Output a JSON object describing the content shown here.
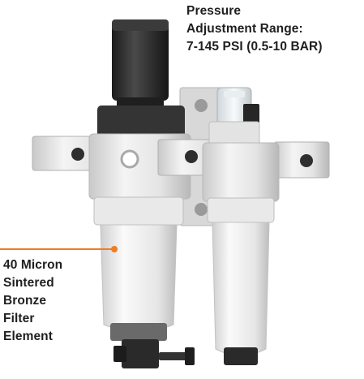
{
  "callouts": {
    "pressure": {
      "lines": [
        "Pressure",
        "Adjustment Range:",
        "7-145 PSI (0.5-10 BAR)"
      ]
    },
    "filter": {
      "lines": [
        "40 Micron",
        "Sintered",
        "Bronze",
        "Filter",
        "Element"
      ]
    }
  },
  "colors": {
    "accent": "#ef7d22",
    "text": "#1f1f1f",
    "body": "#e6e6e6",
    "knob": "#2b2b2b"
  },
  "icons": {
    "regulator_knob": "adjustment-knob-icon",
    "drain_valve": "drain-valve-icon",
    "sight_glass": "sight-glass-icon"
  }
}
